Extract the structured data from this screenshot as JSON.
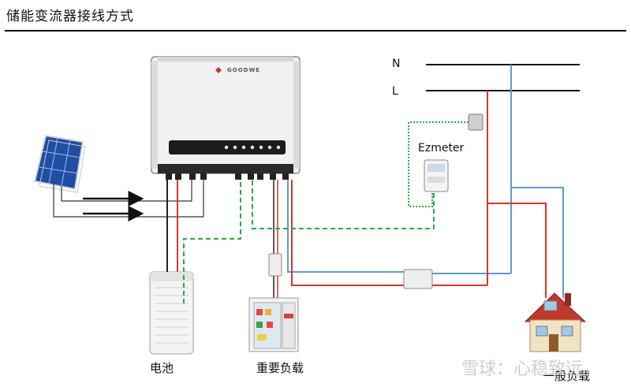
{
  "title": "储能变流器接线方式",
  "inverter_brand": "GOODWE",
  "lines": {
    "neutral": "N",
    "live": "L"
  },
  "meter_label": "Ezmeter",
  "loads": {
    "battery": "电池",
    "critical_load": "重要负载",
    "general_load": "一般负载"
  },
  "watermark": "雪球：心稳致远",
  "colors": {
    "ac_live": "#d9342b",
    "ac_neutral": "#5b9bd5",
    "dc_line": "#2b2b2b",
    "comm_line": "#2aa84a",
    "meter_comm": "#2aa84a"
  }
}
